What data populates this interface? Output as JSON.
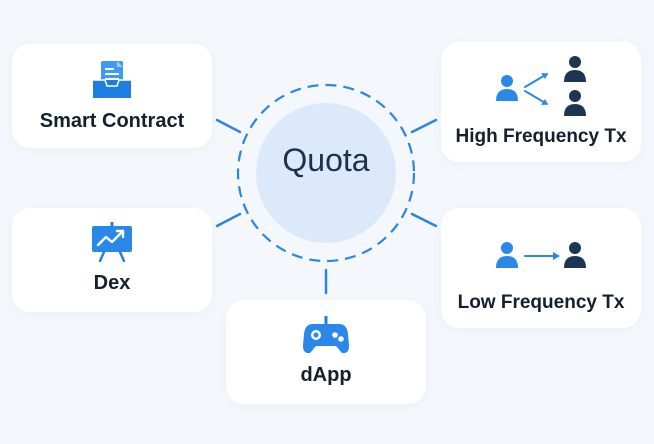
{
  "center": {
    "label": "Quota"
  },
  "nodes": {
    "smart_contract": {
      "label": "Smart Contract",
      "icon": "document-tray-icon"
    },
    "dex": {
      "label": "Dex",
      "icon": "chart-board-icon"
    },
    "dapp": {
      "label": "dApp",
      "icon": "gamepad-icon"
    },
    "high_frequency": {
      "label": "High Frequency Tx",
      "icon": "user-to-many-users-icon"
    },
    "low_frequency": {
      "label": "Low Frequency Tx",
      "icon": "user-to-user-icon"
    }
  },
  "colors": {
    "accent": "#1f7fe0",
    "dark_user": "#1b3552",
    "center_fill": "#dce9fa",
    "background": "#f4f8fc"
  }
}
